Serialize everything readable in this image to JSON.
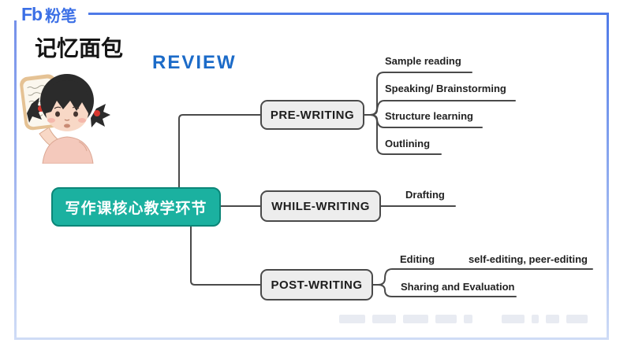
{
  "brand": {
    "logo_text": "Fb",
    "logo_name": "粉笔"
  },
  "slide": {
    "sticker_title": "记忆面包",
    "review_label": "REVIEW",
    "mindmap": {
      "root_label": "写作课核心教学环节",
      "branches": [
        {
          "label": "PRE-WRITING",
          "children": [
            {
              "label": "Sample reading"
            },
            {
              "label": "Speaking/ Brainstorming"
            },
            {
              "label": "Structure learning"
            },
            {
              "label": "Outlining"
            }
          ]
        },
        {
          "label": "WHILE-WRITING",
          "children": [
            {
              "label": "Drafting"
            }
          ]
        },
        {
          "label": "POST-WRITING",
          "children": [
            {
              "label": "Editing",
              "note": "self-editing, peer-editing"
            },
            {
              "label": "Sharing and Evaluation"
            }
          ]
        }
      ]
    }
  },
  "colors": {
    "brand_blue": "#3b6fe6",
    "frame_blue": "#4f7ae8",
    "frame_light_blue": "#cfdcf6",
    "review_blue": "#1c6bc8",
    "root_fill": "#1bb1a0",
    "root_border": "#0b8678",
    "branch_fill": "#ededed",
    "branch_border": "#4a4a4a",
    "line": "#4a4a4a"
  }
}
